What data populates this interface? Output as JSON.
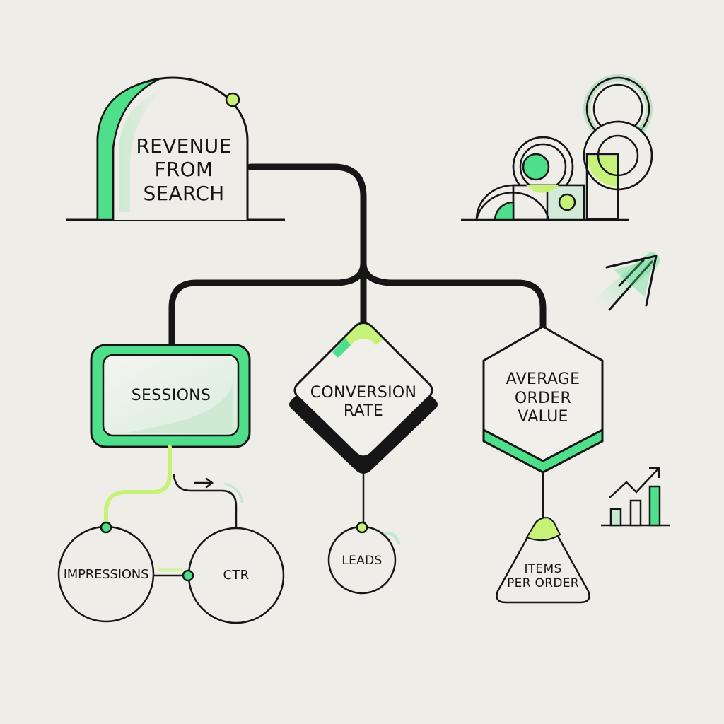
{
  "diagram": {
    "root": {
      "label": "REVENUE\nFROM\nSEARCH"
    },
    "branches": [
      {
        "label": "SESSIONS"
      },
      {
        "label": "CONVERSION\nRATE"
      },
      {
        "label": "AVERAGE\nORDER\nVALUE"
      }
    ],
    "leaves": [
      {
        "label": "IMPRESSIONS"
      },
      {
        "label": "CTR"
      },
      {
        "label": "LEADS"
      },
      {
        "label": "ITEMS\nPER ORDER"
      }
    ]
  },
  "colors": {
    "background": "#eeede8",
    "stroke": "#161616",
    "accent_green": "#4fde8a",
    "accent_lime": "#c7f27a",
    "pale_green": "#d4ead9"
  }
}
